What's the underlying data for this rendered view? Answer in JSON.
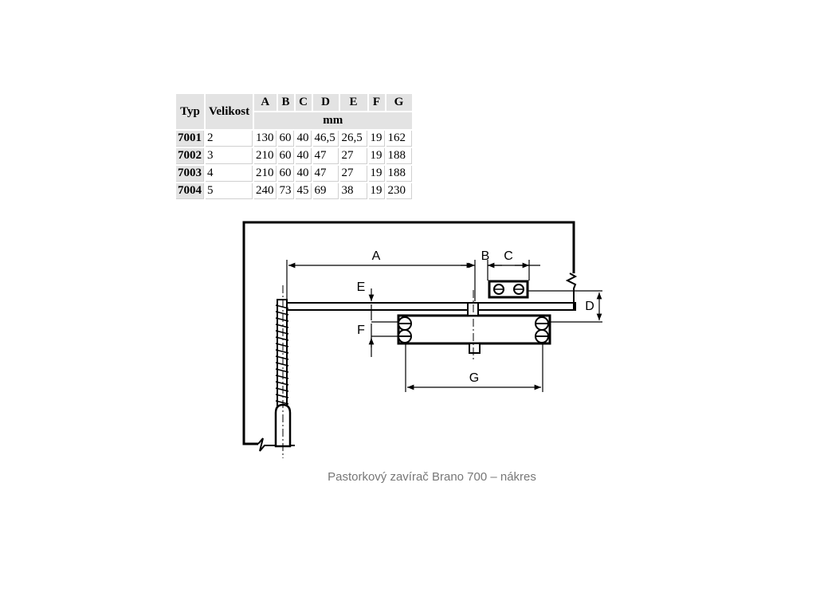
{
  "table": {
    "headers": {
      "typ": "Typ",
      "velikost": "Velikost",
      "unit": "mm",
      "columns": [
        "A",
        "B",
        "C",
        "D",
        "E",
        "F",
        "G"
      ]
    },
    "rows": [
      {
        "typ": "7001",
        "velikost": "2",
        "values": [
          "130",
          "60",
          "40",
          "46,5",
          "26,5",
          "19",
          "162"
        ]
      },
      {
        "typ": "7002",
        "velikost": "3",
        "values": [
          "210",
          "60",
          "40",
          "47",
          "27",
          "19",
          "188"
        ]
      },
      {
        "typ": "7003",
        "velikost": "4",
        "values": [
          "210",
          "60",
          "40",
          "47",
          "27",
          "19",
          "188"
        ]
      },
      {
        "typ": "7004",
        "velikost": "5",
        "values": [
          "240",
          "73",
          "45",
          "69",
          "38",
          "19",
          "230"
        ]
      }
    ]
  },
  "diagram": {
    "labels": {
      "A": "A",
      "B": "B",
      "C": "C",
      "D": "D",
      "E": "E",
      "F": "F",
      "G": "G"
    }
  },
  "caption": "Pastorkový zavírač Brano 700 – nákres"
}
